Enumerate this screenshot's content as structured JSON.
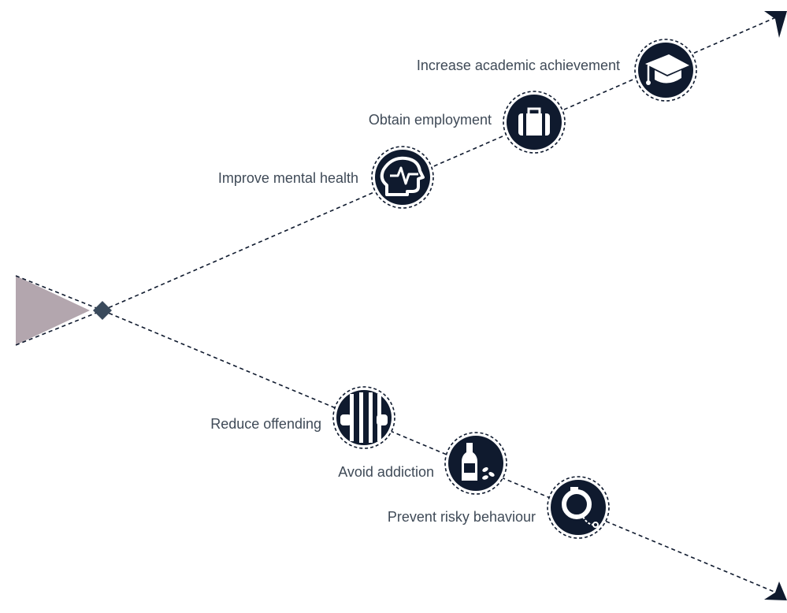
{
  "colors": {
    "line": "#0f1a2e",
    "icon_fill": "#0f1a2e",
    "icon_stroke": "#ffffff",
    "origin_triangle": "#b3a6ae",
    "junction_diamond": "#3a4a5c",
    "label_text": "#3f4a57"
  },
  "upper_outcomes": [
    {
      "label": "Improve mental health",
      "icon": "head-pulse-icon"
    },
    {
      "label": "Obtain employment",
      "icon": "briefcase-icon"
    },
    {
      "label": "Increase academic achievement",
      "icon": "graduation-cap-icon"
    }
  ],
  "lower_outcomes": [
    {
      "label": "Reduce offending",
      "icon": "prison-bars-icon"
    },
    {
      "label": "Avoid addiction",
      "icon": "bottle-pills-icon"
    },
    {
      "label": "Prevent risky behaviour",
      "icon": "handcuffs-icon"
    }
  ]
}
